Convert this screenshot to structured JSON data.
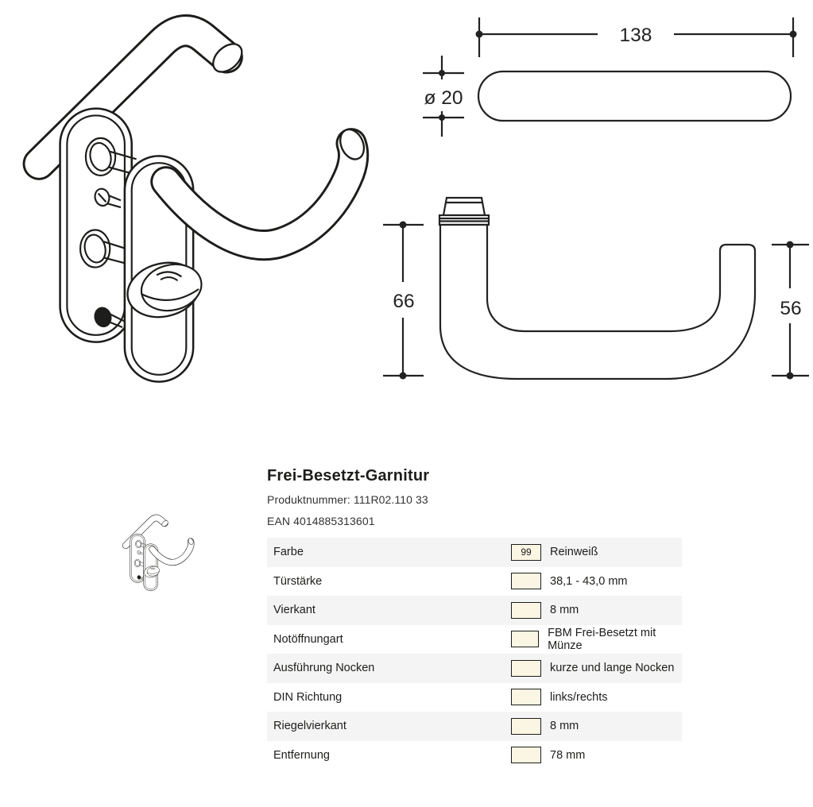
{
  "technical_drawing": {
    "dim_length": "138",
    "dim_diameter": "ø 20",
    "dim_grip_height": "66",
    "dim_arm_height": "56"
  },
  "product": {
    "title": "Frei-Besetzt-Garnitur",
    "product_number": "Produktnummer: 111R02.110 33",
    "ean": "EAN 4014885313601",
    "specs": [
      {
        "label": "Farbe",
        "value": "Reinweiß",
        "swatch": "99"
      },
      {
        "label": "Türstärke",
        "value": "38,1 - 43,0 mm"
      },
      {
        "label": "Vierkant",
        "value": "8 mm"
      },
      {
        "label": "Notöffnungart",
        "value": "FBM Frei-Besetzt mit Münze"
      },
      {
        "label": "Ausführung Nocken",
        "value": "kurze und lange Nocken"
      },
      {
        "label": "DIN Richtung",
        "value": "links/rechts"
      },
      {
        "label": "Riegelvierkant",
        "value": "8 mm"
      },
      {
        "label": "Entfernung",
        "value": "78 mm"
      }
    ]
  },
  "colors": {
    "line": "#1d1d1b",
    "row_alt": "#f4f4f4",
    "swatch_bg": "#faf6e3",
    "swatch_border": "#1d1d1b"
  }
}
